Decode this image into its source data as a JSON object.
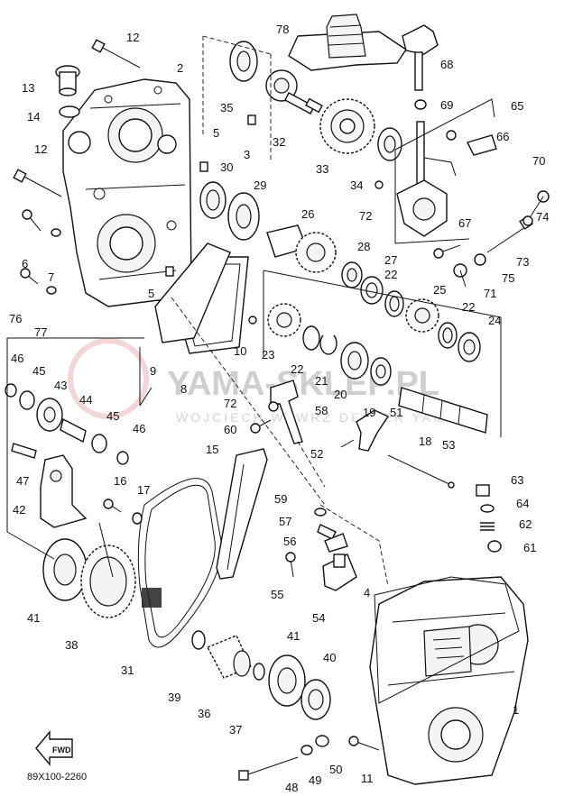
{
  "diagram": {
    "code": "89X100-2260",
    "fwd_label": "FWD",
    "watermark": {
      "main": "YAMA-SKLEP.PL",
      "sub": "WOJCIECH WAWRZ DEALER YAMAHA"
    },
    "part_numbers": [
      "1",
      "2",
      "3",
      "4",
      "5",
      "5",
      "6",
      "7",
      "8",
      "9",
      "10",
      "11",
      "12",
      "12",
      "13",
      "14",
      "15",
      "16",
      "17",
      "18",
      "19",
      "20",
      "21",
      "22",
      "22",
      "22",
      "23",
      "24",
      "25",
      "26",
      "27",
      "28",
      "29",
      "30",
      "31",
      "32",
      "33",
      "34",
      "35",
      "36",
      "37",
      "38",
      "39",
      "40",
      "41",
      "41",
      "42",
      "43",
      "44",
      "45",
      "45",
      "46",
      "46",
      "47",
      "48",
      "49",
      "50",
      "51",
      "52",
      "53",
      "54",
      "55",
      "56",
      "57",
      "58",
      "59",
      "60",
      "61",
      "62",
      "63",
      "64",
      "65",
      "66",
      "67",
      "68",
      "69",
      "70",
      "71",
      "72",
      "72",
      "73",
      "74",
      "75",
      "76",
      "77",
      "78"
    ]
  }
}
